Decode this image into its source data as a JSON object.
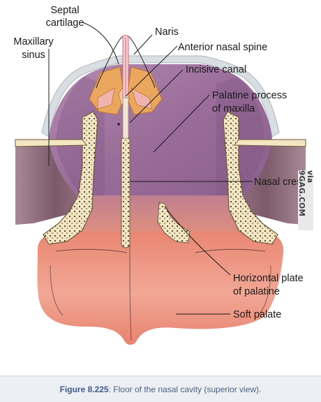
{
  "labels": {
    "septal_cartilage": [
      "Septal",
      "cartilage"
    ],
    "maxillary_sinus": [
      "Maxillary",
      "sinus"
    ],
    "naris": "Naris",
    "anterior_nasal_spine": "Anterior nasal spine",
    "incisive_canal": "Incisive canal",
    "palatine_process": [
      "Palatine process",
      "of maxilla"
    ],
    "nasal_crest": "Nasal crest",
    "horizontal_plate": [
      "Horizontal plate",
      "of palatine"
    ],
    "soft_palate": "Soft palate"
  },
  "watermark": "via 9GAG.COM",
  "caption": {
    "figure_number": "Figure 8.225",
    "text": ": Floor of the nasal cavity (superior view)."
  },
  "colors": {
    "palatine_purple": "#9b6e9a",
    "sinus_mauve": "#866373",
    "bone_cream": "#f3e7c3",
    "cartilage_orange": "#eca75f",
    "soft_palate_pink": "#ec8f82",
    "caption_text": "#4a5f84"
  }
}
